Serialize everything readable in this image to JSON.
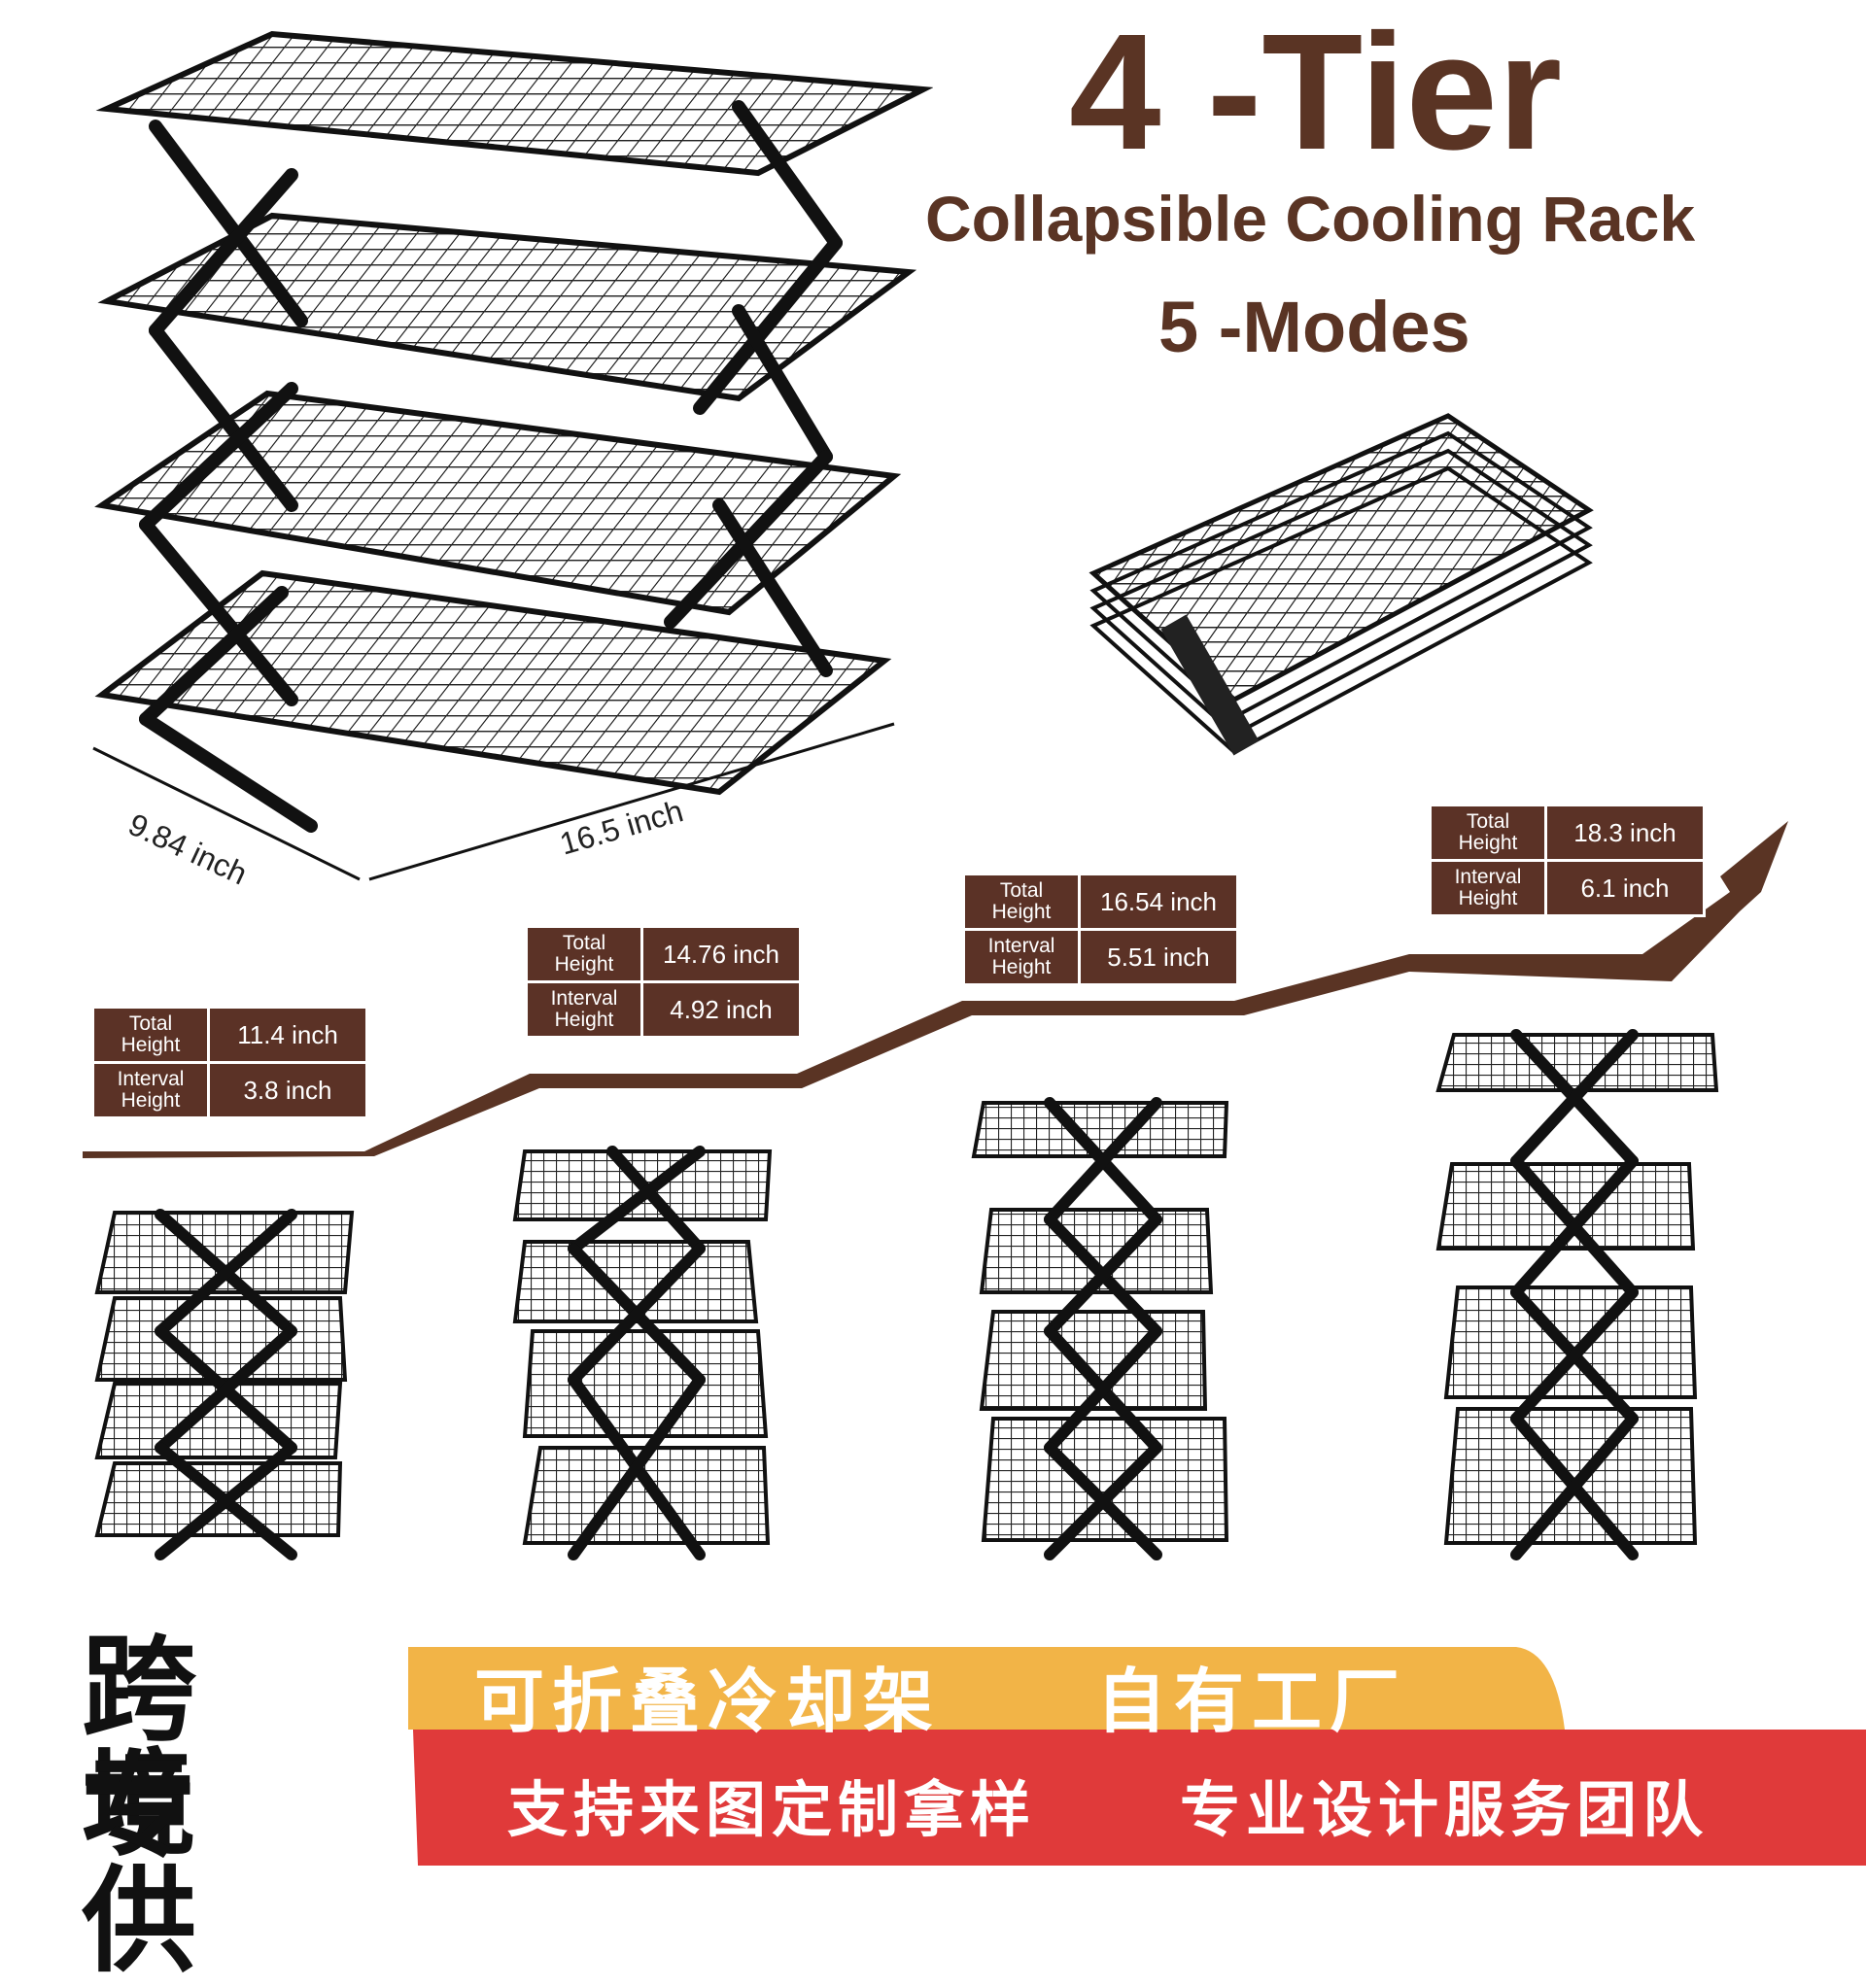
{
  "title": {
    "main": "4 -Tier",
    "subtitle": "Collapsible Cooling Rack",
    "modes": "5 -Modes"
  },
  "dimensions": {
    "depth": "9.84 inch",
    "width": "16.5 inch"
  },
  "spec_labels": {
    "total_line1": "Total",
    "total_line2": "Height",
    "interval_line1": "Interval",
    "interval_line2": "Height"
  },
  "modes": [
    {
      "total_height": "11.4 inch",
      "interval_height": "3.8 inch"
    },
    {
      "total_height": "14.76 inch",
      "interval_height": "4.92 inch"
    },
    {
      "total_height": "16.54 inch",
      "interval_height": "5.51 inch"
    },
    {
      "total_height": "18.3 inch",
      "interval_height": "6.1 inch"
    }
  ],
  "banner": {
    "left_line1": "跨 境",
    "left_line2": "专 供",
    "orange_left": "可折叠冷却架",
    "orange_right": "自有工厂",
    "red_left": "支持来图定制拿样",
    "red_right": "专业设计服务团队"
  },
  "colors": {
    "brown": "#5a3424",
    "spec_bg": "#5b3226",
    "orange": "#f2b447",
    "red": "#e03a3a"
  }
}
